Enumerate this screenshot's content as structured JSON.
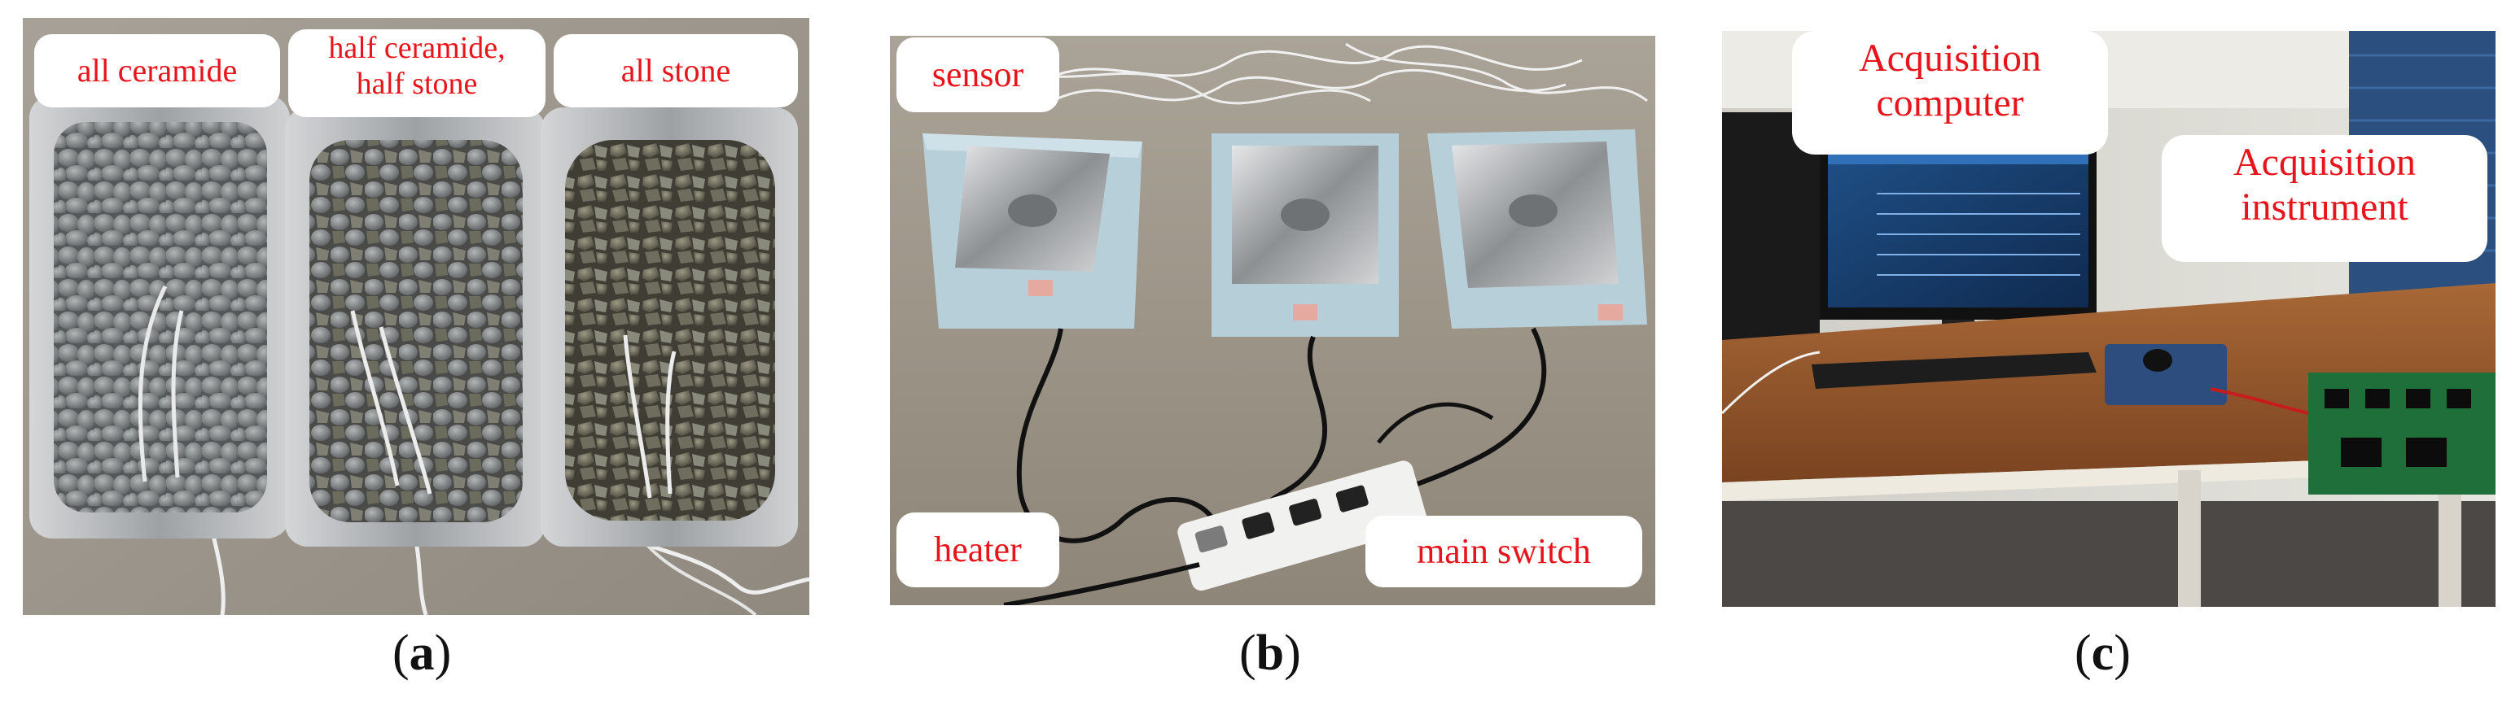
{
  "panels": [
    {
      "id": "a",
      "caption_letter": "a",
      "labels": [
        "all ceramide",
        "half ceramide, half stone",
        "all stone"
      ],
      "label_lines": [
        [
          "all ceramide"
        ],
        [
          "half ceramide,",
          "half stone"
        ],
        [
          "all stone"
        ]
      ]
    },
    {
      "id": "b",
      "caption_letter": "b",
      "labels": [
        "sensor",
        "heater",
        "main switch"
      ]
    },
    {
      "id": "c",
      "caption_letter": "c",
      "labels": [
        "Acquisition computer",
        "Acquisition instrument"
      ],
      "label_lines": [
        [
          "Acquisition",
          "computer"
        ],
        [
          "Acquisition",
          "instrument"
        ]
      ]
    }
  ],
  "colors": {
    "label_text": "#e8141b",
    "label_bg": "#ffffff",
    "floor_a": "#a09a91",
    "floor_b": "#9b9386",
    "tray_steel": "#b9bbbd",
    "ceramic_pebble": "#8a8d8f",
    "stone_pebble": "#6e6b5c",
    "basin_blue": "#b7cfd8",
    "desk_wood": "#9a5a2c",
    "wall": "#d9d8d2"
  },
  "icons": [
    "photo-trays",
    "photo-heater-basins",
    "photo-desk-setup"
  ]
}
